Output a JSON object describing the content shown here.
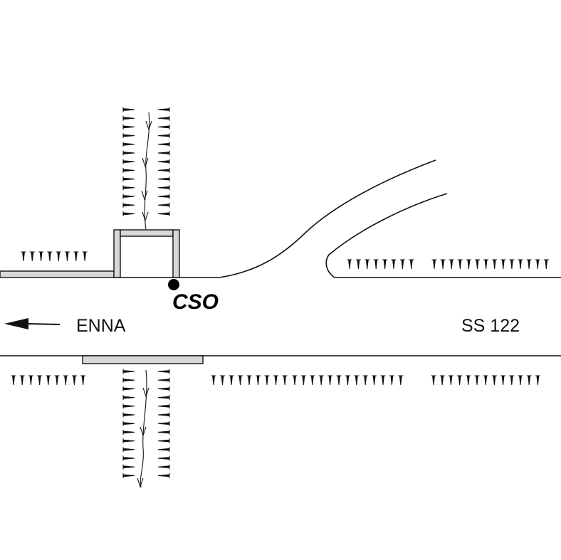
{
  "labels": {
    "station": "CSO",
    "direction_left": "ENNA",
    "direction_right": "SS 122"
  },
  "icons": {
    "direction_arrow": "arrow-left-icon",
    "station_marker": "station-dot-icon",
    "slope": "embankment-tick-icon",
    "flow": "water-flow-icon"
  },
  "colors": {
    "ink": "#111111",
    "structure_fill": "#d8d8d8",
    "background": "#ffffff"
  }
}
